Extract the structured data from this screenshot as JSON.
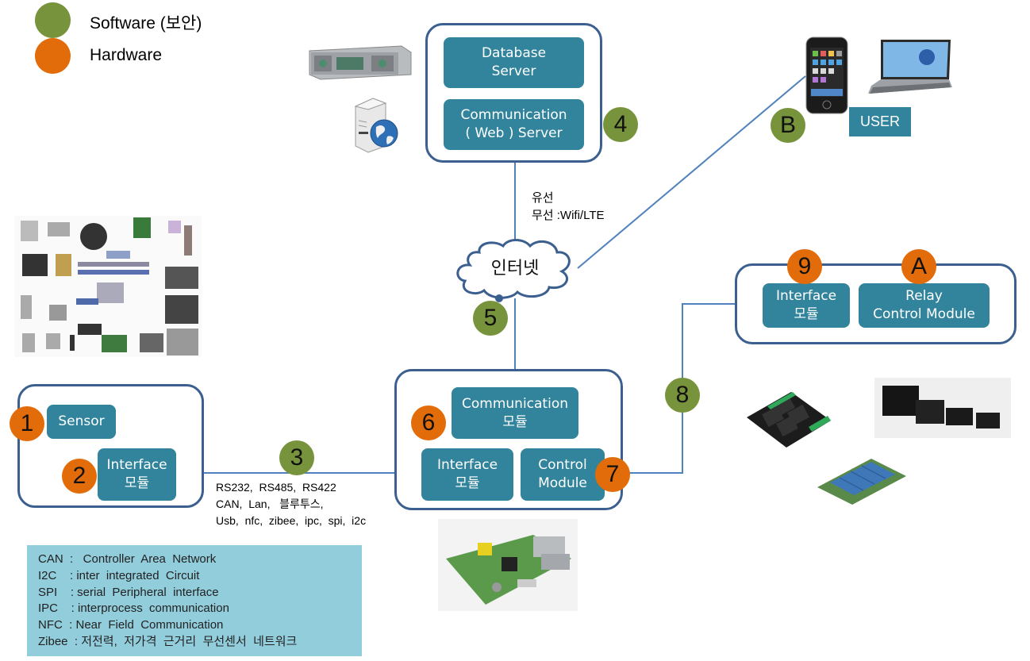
{
  "legend": [
    {
      "label": "Software (보안)",
      "kind": "software",
      "color": "#77933c"
    },
    {
      "label": "Hardware",
      "kind": "hardware",
      "color": "#e36c0a"
    }
  ],
  "colors": {
    "module_fill": "#31849b",
    "group_border": "#3b5f8f",
    "connector": "#4f81bd",
    "software_badge": "#77933c",
    "hardware_badge": "#e36c0a",
    "glossary_bg": "#92cddc"
  },
  "server_group": {
    "modules": [
      "Database\nServer",
      "Communication\n( Web ) Server"
    ],
    "db_line1": "Database",
    "db_line2": "Server",
    "web_line1": "Communication",
    "web_line2": "( Web ) Server",
    "badge": "4"
  },
  "user": {
    "label": "USER",
    "badge": "B",
    "devices": [
      "smartphone",
      "laptop"
    ]
  },
  "network": {
    "cloud_label": "인터넷",
    "badge": "5",
    "link_label_line1": "유선",
    "link_label_line2": "무선 :Wifi/LTE"
  },
  "sensor_group": {
    "sensor_label": "Sensor",
    "sensor_badge": "1",
    "interface_line1": "Interface",
    "interface_line2": "모듈",
    "interface_badge": "2"
  },
  "link3": {
    "badge": "3",
    "protocols_line1": "RS232,  RS485,  RS422",
    "protocols_line2": "CAN,  Lan,   블루투스,",
    "protocols_line3": "Usb,  nfc,  zibee,  ipc,  spi,  i2c"
  },
  "gateway_group": {
    "comm_line1": "Communication",
    "comm_line2": "모듈",
    "comm_badge": "6",
    "interface_line1": "Interface",
    "interface_line2": "모듈",
    "control_line1": "Control",
    "control_line2": "Module",
    "control_badge": "7"
  },
  "link8": {
    "badge": "8"
  },
  "relay_group": {
    "interface_line1": "Interface",
    "interface_line2": "모듈",
    "interface_badge": "9",
    "relay_line1": "Relay",
    "relay_line2": "Control  Module",
    "relay_badge": "A"
  },
  "glossary": [
    "CAN  :   Controller  Area  Network",
    "I2C    : inter  integrated  Circuit",
    "SPI    : serial  Peripheral  interface",
    "IPC    : interprocess  communication",
    "NFC  : Near  Field  Communication",
    "Zibee  : 저전력,  저가격  근거리  무선센서  네트워크"
  ],
  "images": {
    "rack_server": "rack-server-photo",
    "web_server": "web-server-icon",
    "sensors_collage": "sensor-components-collage",
    "raspberry_pi": "raspberry-pi-board-photo",
    "relay_board_4ch": "4-channel-relay-board-photo",
    "relays": "relay-components-photo",
    "relay_board_8ch": "8-channel-relay-board-photo"
  }
}
